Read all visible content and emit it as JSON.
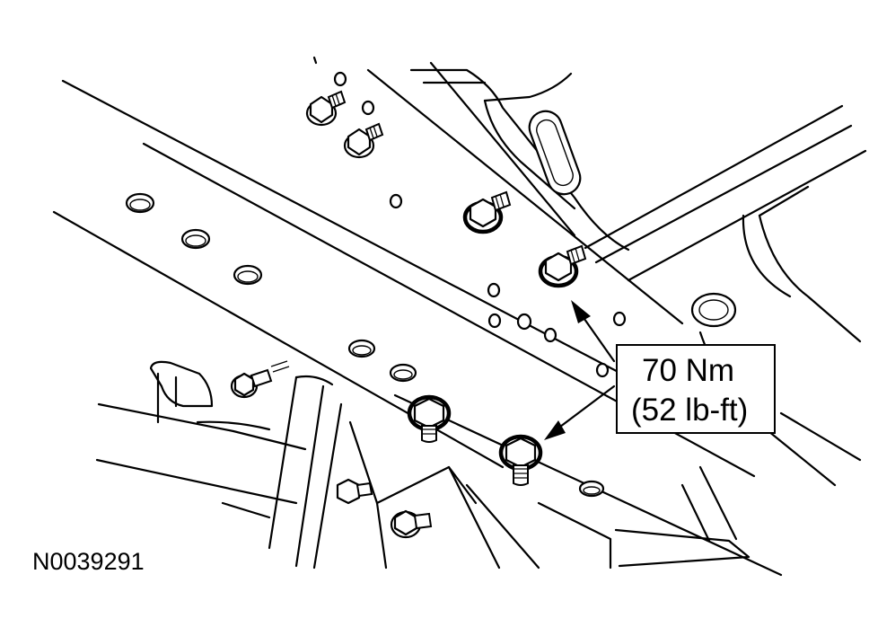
{
  "callout": {
    "torque_metric": "70 Nm",
    "torque_imperial": "(52 lb-ft)"
  },
  "figure_id": "N0039291",
  "icons": {
    "nut": "hex-flange-nut-icon",
    "bolt": "bolt-icon",
    "arrow": "leader-arrow"
  }
}
